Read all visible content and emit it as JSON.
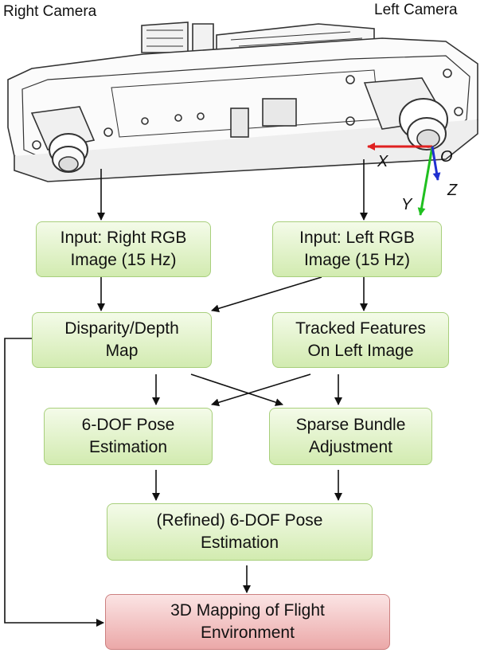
{
  "camera": {
    "right_label": "Right Camera",
    "left_label": "Left Camera",
    "axes": {
      "x": "X",
      "y": "Y",
      "z": "Z",
      "origin": "O"
    }
  },
  "nodes": {
    "right_input": {
      "line1": "Input: Right RGB",
      "line2": "Image (15 Hz)"
    },
    "left_input": {
      "line1": "Input: Left RGB",
      "line2": "Image (15 Hz)"
    },
    "disparity": {
      "line1": "Disparity/Depth",
      "line2": "Map"
    },
    "tracked": {
      "line1": "Tracked Features",
      "line2": "On Left Image"
    },
    "pose": {
      "line1": "6-DOF Pose",
      "line2": "Estimation"
    },
    "bundle": {
      "line1": "Sparse Bundle",
      "line2": "Adjustment"
    },
    "refined": {
      "line1": "(Refined) 6-DOF Pose",
      "line2": "Estimation"
    },
    "mapping": {
      "line1": "3D Mapping of Flight",
      "line2": "Environment"
    }
  },
  "colors": {
    "process_box": "#d2ebb0",
    "output_box": "#eba8a8",
    "x_axis": "#e02020",
    "y_axis": "#20c020",
    "z_axis": "#2030d0"
  }
}
